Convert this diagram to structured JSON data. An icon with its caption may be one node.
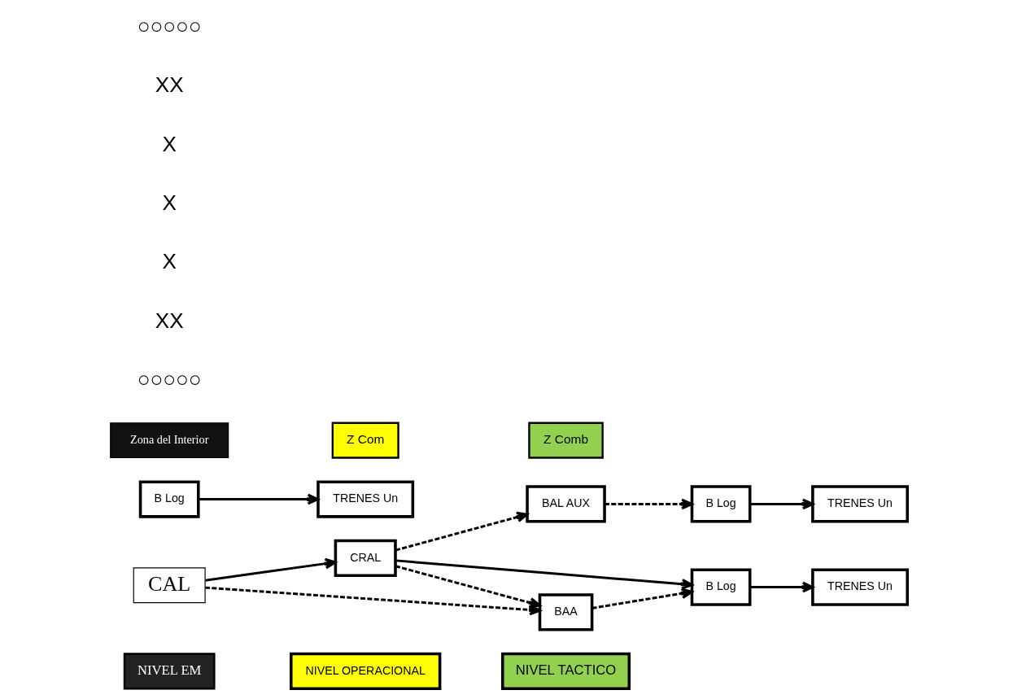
{
  "diagram": {
    "nodes": [
      {
        "text": [
          "NIVEL EM"
        ]
      },
      {
        "text": [
          "NIVEL OPERACIONAL"
        ]
      },
      {
        "text": [
          "NIVEL TACTICO"
        ]
      },
      {
        "text": [
          "CAL"
        ]
      },
      {
        "text": [
          "CRAL"
        ]
      },
      {
        "text": [
          "BAL AUX"
        ]
      },
      {
        "text": [
          "BAA"
        ]
      },
      {
        "text": [
          "B Log"
        ]
      },
      {
        "text": [
          "B Log"
        ]
      },
      {
        "text": [
          "B Log"
        ]
      },
      {
        "text": [
          "TRENES Un"
        ]
      },
      {
        "text": [
          "TRENES Un"
        ]
      },
      {
        "text": [
          "TRENES Un"
        ]
      },
      {
        "text": [
          "Zona del Interior"
        ]
      },
      {
        "text": [
          "Z Com"
        ]
      },
      {
        "text": [
          "Z Comb"
        ]
      }
    ],
    "edges": [
      {
        "from": 3,
        "to": 4,
        "arrow": "to"
      },
      {
        "from": 3,
        "to": 6,
        "arrow": "to",
        "style": "dashed"
      },
      {
        "from": 4,
        "to": 5,
        "arrow": "to",
        "style": "dashed"
      },
      {
        "from": 4,
        "to": 6,
        "arrow": "to",
        "style": "dashed"
      },
      {
        "from": 4,
        "to": 9,
        "arrow": "to"
      },
      {
        "from": 5,
        "to": 7,
        "arrow": "to",
        "style": "dashed"
      },
      {
        "from": 6,
        "to": 9,
        "arrow": "to",
        "style": "dashed"
      },
      {
        "from": 7,
        "to": 10,
        "arrow": "to"
      },
      {
        "from": 8,
        "to": 11,
        "arrow": "to"
      },
      {
        "from": 9,
        "to": 12,
        "arrow": "to"
      }
    ],
    "labels": [
      "○○○○○",
      "XX",
      "X",
      "X",
      "X",
      "XX",
      "○○○○○"
    ]
  }
}
